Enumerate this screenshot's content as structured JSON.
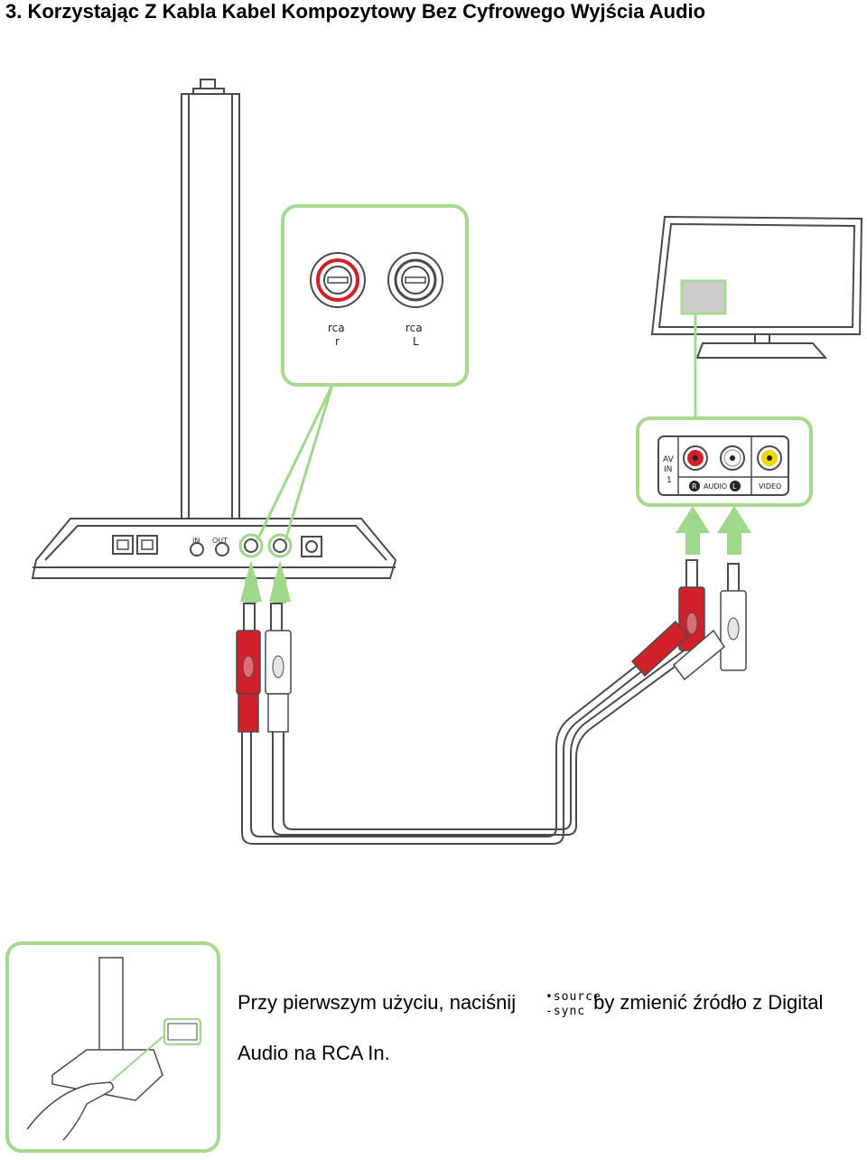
{
  "heading": "3. Korzystając Z Kabla Kabel Kompozytowy Bez Cyfrowego Wyjścia Audio",
  "speaker_panel": {
    "right_label_top": "rca",
    "right_label_bottom": "r",
    "left_label_top": "rca",
    "left_label_bottom": "L"
  },
  "base_ports": {
    "in_label": "IN",
    "out_label": "OUT"
  },
  "tv_panel": {
    "av_label_1": "AV",
    "av_label_2": "IN",
    "av_label_3": "1",
    "audio_label": "AUDIO",
    "r_badge": "R",
    "l_badge": "L",
    "video_label": "VIDEO"
  },
  "instruction": {
    "before": "Przy pierwszym użyciu, naciśnij",
    "button_line1": "•source",
    "button_line2": "-sync",
    "after": "by zmienić źródło z Digital",
    "line2": "Audio na RCA In."
  },
  "colors": {
    "accent_green": "#9fd88a",
    "panel_green": "#a8d890",
    "rca_red": "#d0202a",
    "video_yellow": "#f2d600",
    "line_gray": "#4a4a4a"
  }
}
